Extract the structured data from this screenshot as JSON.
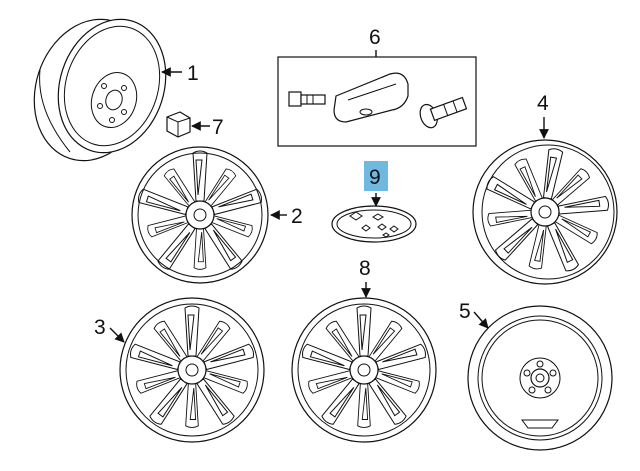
{
  "diagram": {
    "callouts": [
      {
        "id": "1",
        "text": "1"
      },
      {
        "id": "2",
        "text": "2"
      },
      {
        "id": "3",
        "text": "3"
      },
      {
        "id": "4",
        "text": "4"
      },
      {
        "id": "5",
        "text": "5"
      },
      {
        "id": "6",
        "text": "6"
      },
      {
        "id": "7",
        "text": "7"
      },
      {
        "id": "8",
        "text": "8"
      },
      {
        "id": "9",
        "text": "9"
      }
    ],
    "highlight_color": "#6fb8e0",
    "line_color": "#111111",
    "icons": {
      "steel_wheel": "steel-wheel-icon",
      "lug_nut": "lug-nut-icon",
      "tpms_kit": "tpms-sensor-kit-icon",
      "emblem": "subaru-emblem-icon",
      "spare_wheel": "spare-wheel-icon"
    }
  }
}
